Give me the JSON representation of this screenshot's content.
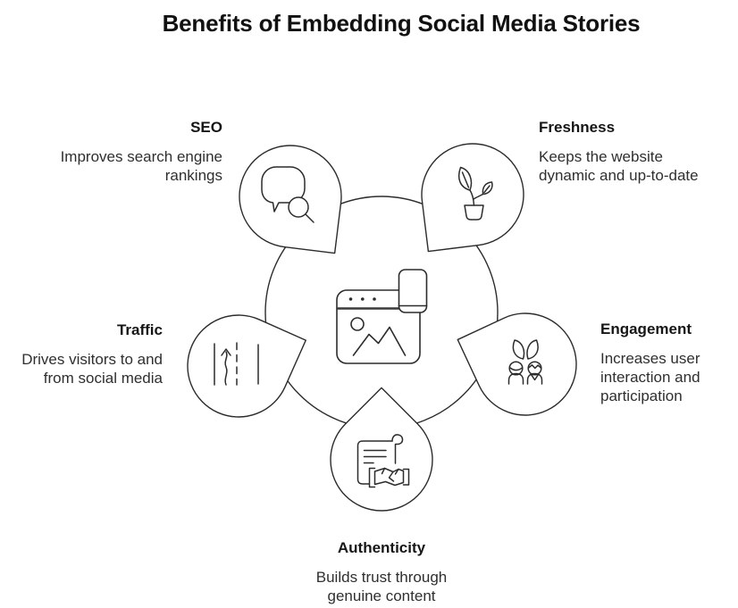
{
  "title": "Benefits of Embedding Social Media Stories",
  "center": {
    "icon": "browser-with-photo-and-phone-icon"
  },
  "nodes": [
    {
      "id": "seo",
      "label": "SEO",
      "description": "Improves search engine\nrankings",
      "icon": "speech-bubble-magnifier-icon"
    },
    {
      "id": "freshness",
      "label": "Freshness",
      "description": "Keeps the website\ndynamic and up-to-date",
      "icon": "sprout-in-pot-icon"
    },
    {
      "id": "traffic",
      "label": "Traffic",
      "description": "Drives visitors to and\nfrom social media",
      "icon": "road-lanes-arrow-icon"
    },
    {
      "id": "engagement",
      "label": "Engagement",
      "description": "Increases user\ninteraction and\nparticipation",
      "icon": "two-users-chat-icon"
    },
    {
      "id": "authenticity",
      "label": "Authenticity",
      "description": "Builds trust through\ngenuine content",
      "icon": "document-handshake-icon"
    }
  ],
  "colors": {
    "stroke": "#2c2c2c",
    "label_text": "#161616",
    "description_text": "#2f2f2f",
    "background": "#ffffff"
  }
}
